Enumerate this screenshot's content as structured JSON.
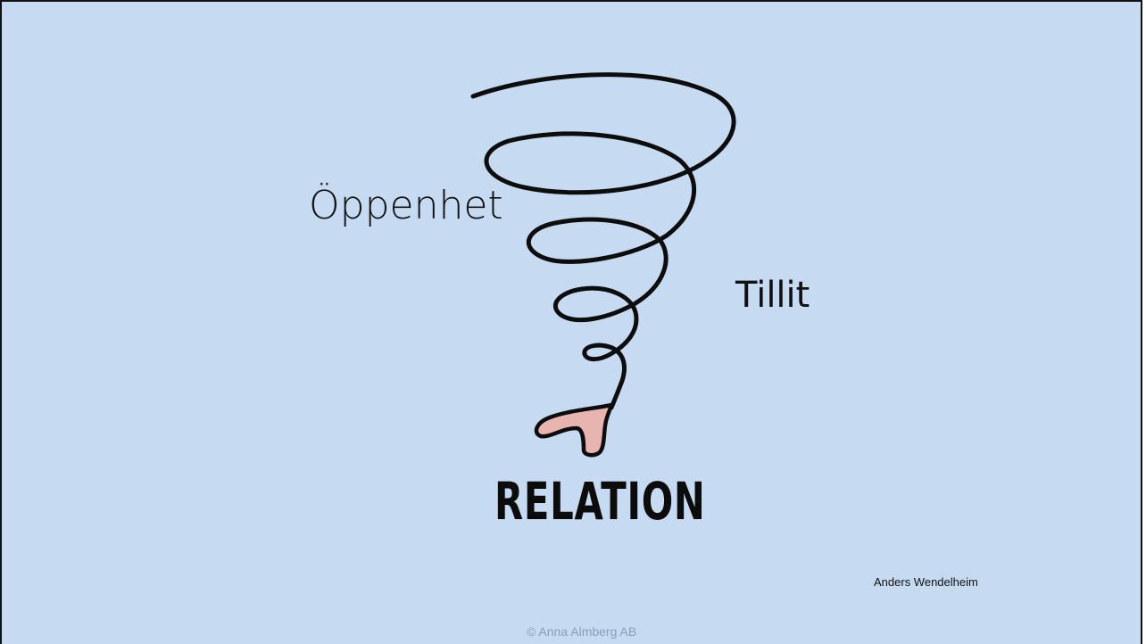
{
  "slide": {
    "labels": {
      "openness": "Öppenhet",
      "trust": "Tillit",
      "relation": "RELATION"
    },
    "author": "Anders Wendelheim",
    "copyright": "© Anna Almberg AB"
  },
  "colors": {
    "background": "#c6dbf2",
    "spiral_stroke": "#0d0d0d",
    "funnel_fill": "#e8b4b0",
    "copyright_text": "#8a9fb8"
  },
  "icons": {
    "spiral": "tornado-spiral-icon",
    "funnel_tip": "funnel-tip-icon"
  }
}
